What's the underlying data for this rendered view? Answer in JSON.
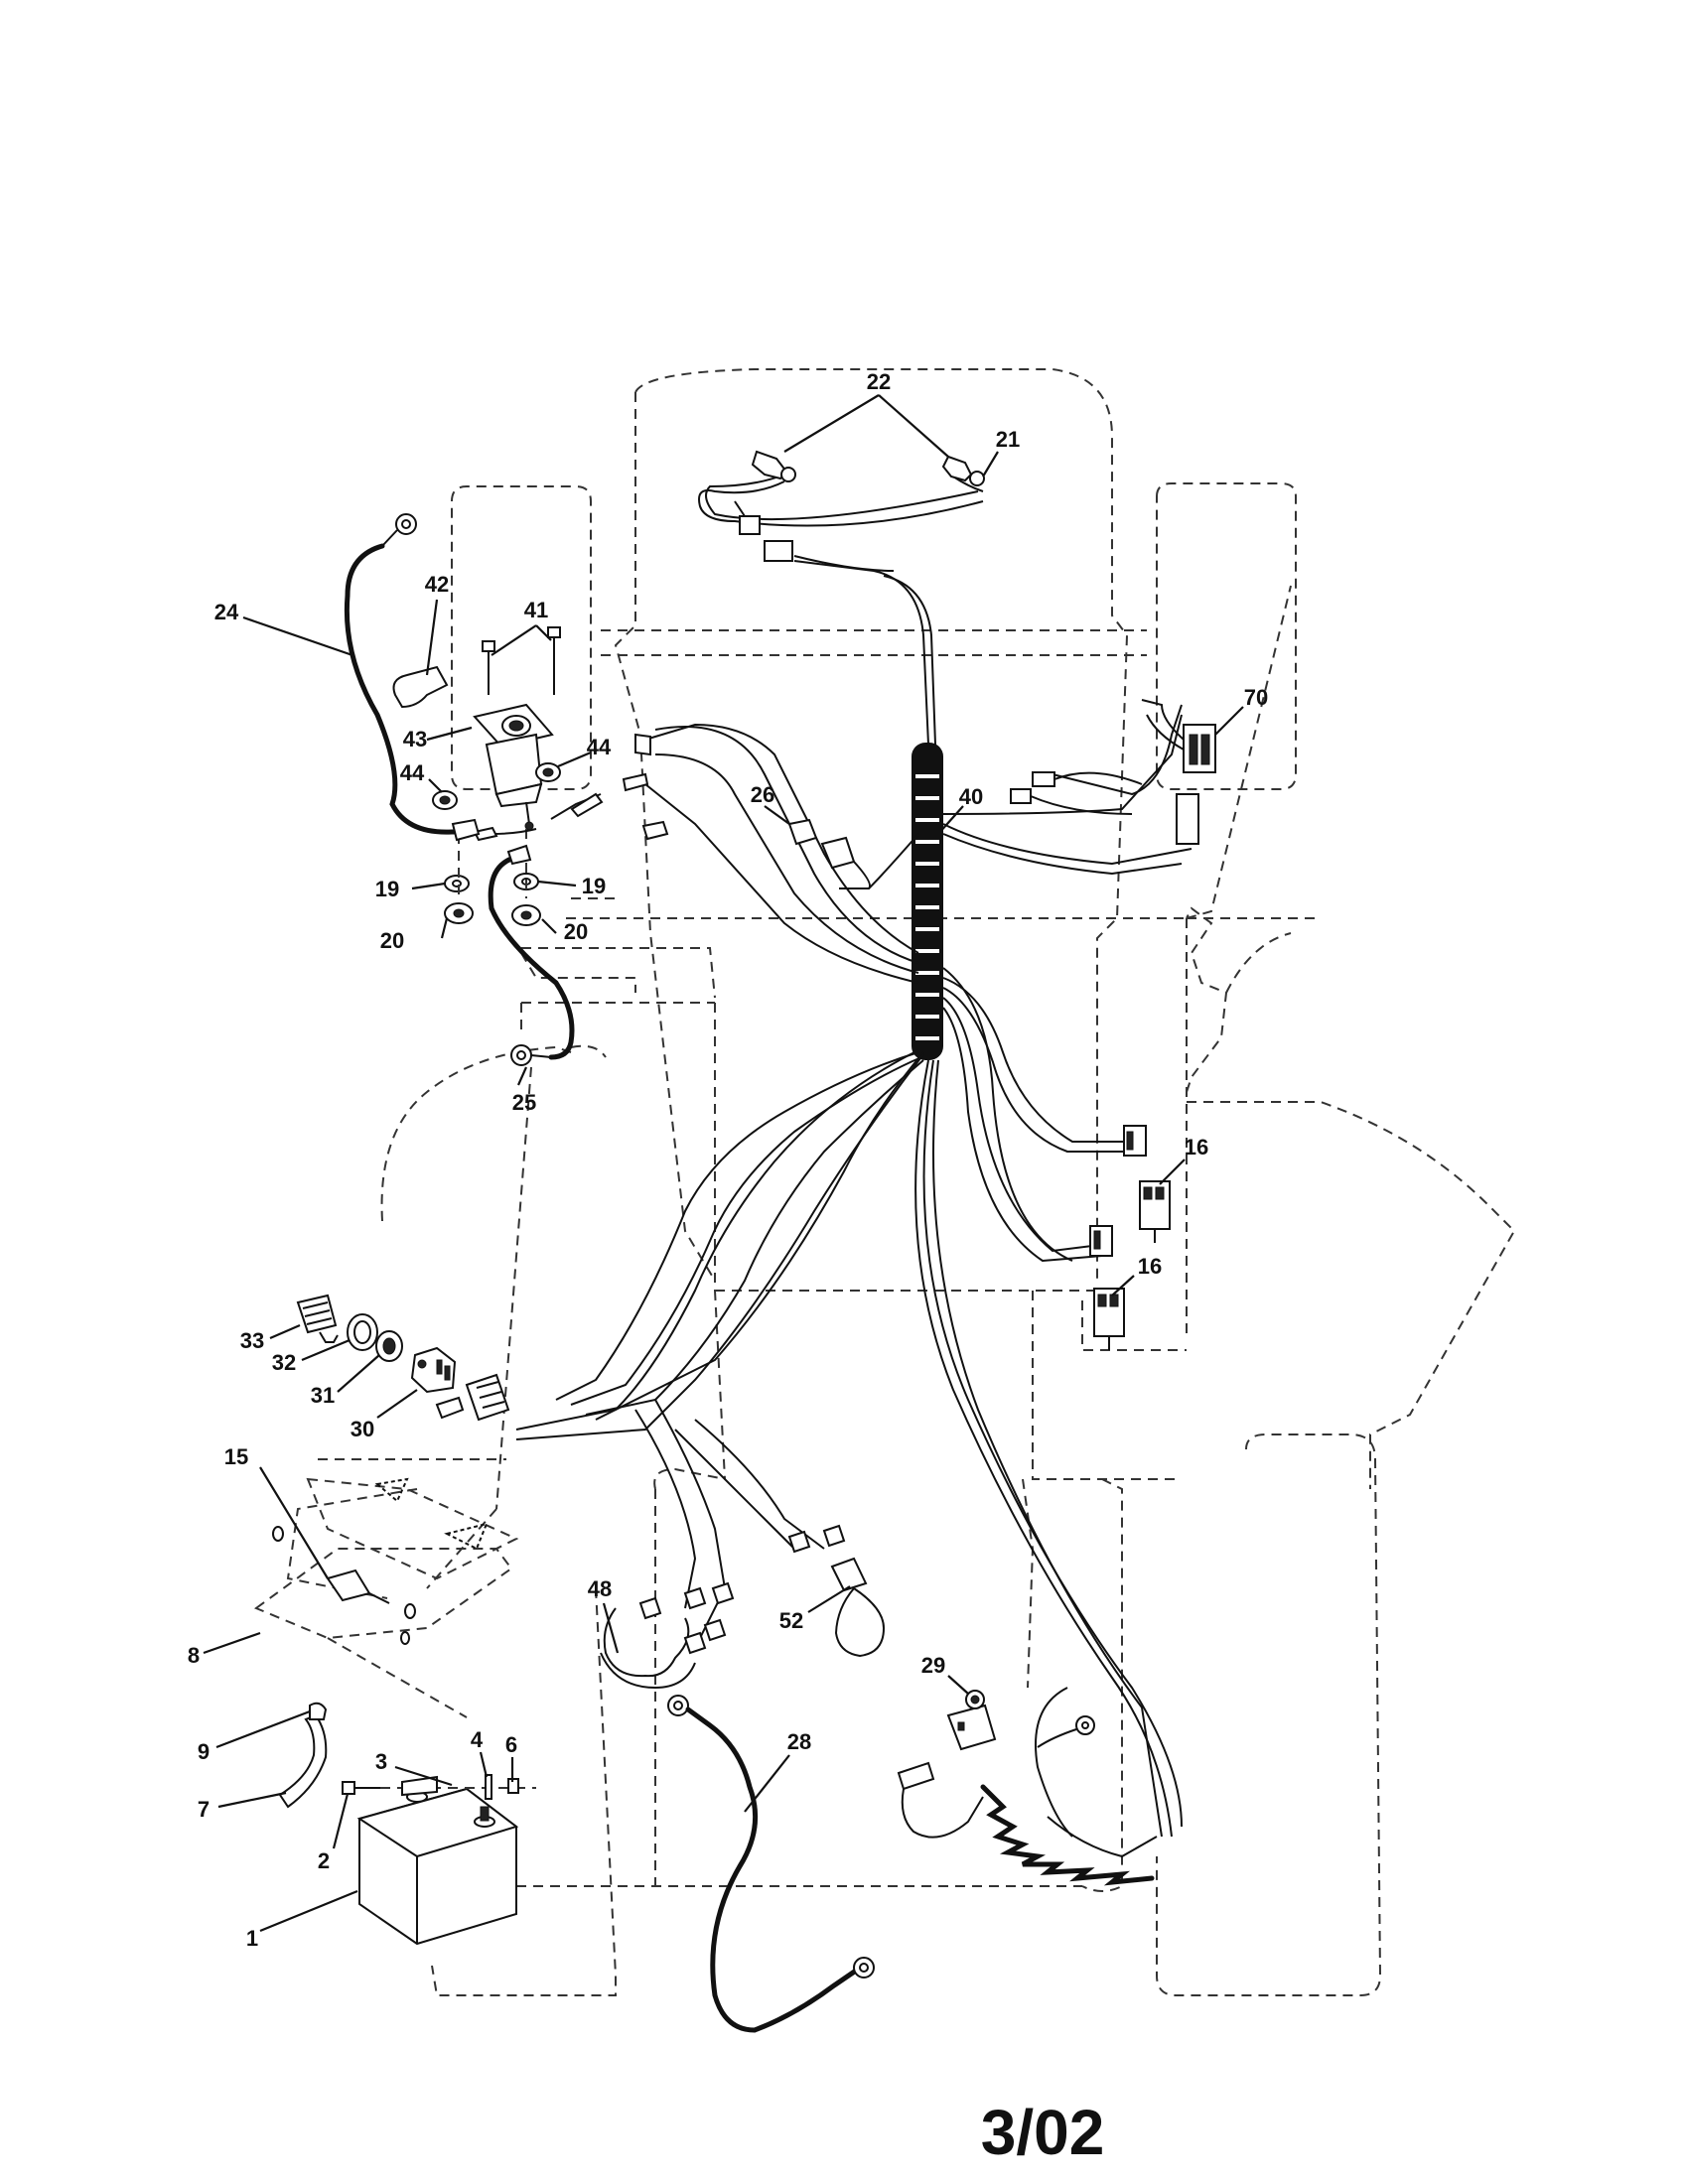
{
  "diagram": {
    "callouts": {
      "c1": "1",
      "c2": "2",
      "c3": "3",
      "c4": "4",
      "c6": "6",
      "c7": "7",
      "c8": "8",
      "c9": "9",
      "c15": "15",
      "c16a": "16",
      "c16b": "16",
      "c19a": "19",
      "c19b": "19",
      "c20a": "20",
      "c20b": "20",
      "c21": "21",
      "c22": "22",
      "c24": "24",
      "c25": "25",
      "c26": "26",
      "c28": "28",
      "c29": "29",
      "c30": "30",
      "c31": "31",
      "c32": "32",
      "c33": "33",
      "c40": "40",
      "c41": "41",
      "c42": "42",
      "c43": "43",
      "c44a": "44",
      "c44b": "44",
      "c48": "48",
      "c52": "52",
      "c70": "70"
    },
    "date_code": "3/02"
  }
}
